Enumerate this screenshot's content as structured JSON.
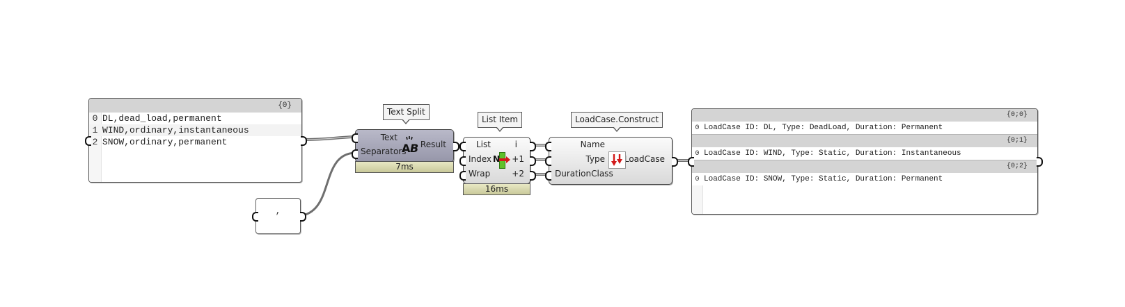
{
  "input_panel": {
    "path": "{0}",
    "rows": [
      {
        "index": "0",
        "text": "DL,dead_load,permanent"
      },
      {
        "index": "1",
        "text": "WIND,ordinary,instantaneous"
      },
      {
        "index": "2",
        "text": "SNOW,ordinary,permanent"
      }
    ]
  },
  "separator_panel": {
    "text": ","
  },
  "text_split": {
    "title": "Text Split",
    "inputs": [
      "Text",
      "Separators"
    ],
    "output": "Result",
    "icon": "text-split-ab-icon",
    "timer": "7ms"
  },
  "list_item": {
    "title": "List Item",
    "inputs": [
      "List",
      "Index",
      "Wrap"
    ],
    "outputs": [
      "i",
      "+1",
      "+2"
    ],
    "icon": "list-item-icon",
    "icon_text": "N",
    "timer": "16ms"
  },
  "loadcase_construct": {
    "title": "LoadCase.Construct",
    "inputs": [
      "Name",
      "Type",
      "DurationClass"
    ],
    "output": "LoadCase",
    "icon": "load-arrows-icon"
  },
  "output_panel": {
    "branches": [
      {
        "path": "{0;0}",
        "index": "0",
        "text": "LoadCase ID: DL, Type: DeadLoad, Duration: Permanent"
      },
      {
        "path": "{0;1}",
        "index": "0",
        "text": "LoadCase ID: WIND, Type: Static, Duration: Instantaneous"
      },
      {
        "path": "{0;2}",
        "index": "0",
        "text": "LoadCase ID: SNOW, Type: Static, Duration: Permanent"
      }
    ]
  },
  "colors": {
    "wire": "#6f6f6f",
    "selected_component": "#9e9eb0",
    "timer": "#d6d6ac",
    "icon_red": "#d21a1a",
    "icon_green": "#5fc12a"
  }
}
